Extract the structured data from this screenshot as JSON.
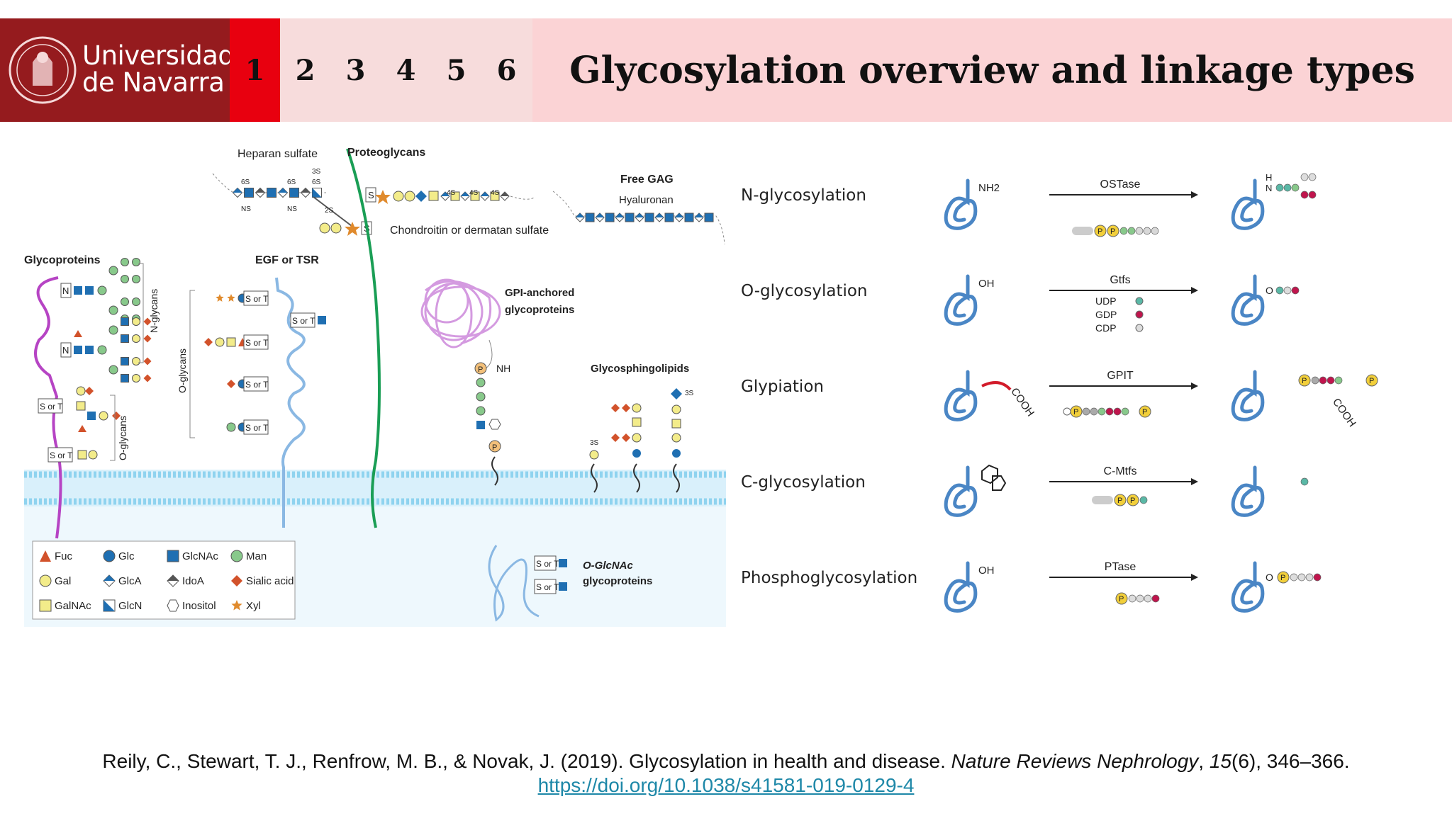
{
  "header": {
    "logo": {
      "line1": "Universidad",
      "line2": "de Navarra"
    },
    "nav": [
      "1",
      "2",
      "3",
      "4",
      "5",
      "6"
    ],
    "active_index": 0,
    "title": "Glycosylation overview and linkage types"
  },
  "figure_left": {
    "heparan_sulfate": "Heparan sulfate",
    "proteoglycans": "Proteoglycans",
    "free_gag": "Free GAG",
    "hyaluronan": "Hyaluronan",
    "chondroitin": "Chondroitin or dermatan sulfate",
    "glycoproteins": "Glycoproteins",
    "egf_tsr": "EGF or TSR",
    "n_glycans": "N-glycans",
    "o_glycans": "O-glycans",
    "o_glycans_2": "O-glycans",
    "gpi_anchored": "GPI-anchored",
    "glycoproteins_2": "glycoproteins",
    "glycosphingolipids": "Glycosphingolipids",
    "o_glcnac": "O-GlcNAc",
    "glycoproteins_3": "glycoproteins",
    "s_or_t": "S or T",
    "nh": "NH",
    "n": "N",
    "s": "S",
    "p": "P",
    "mods": {
      "six_s": "6S",
      "ns": "NS",
      "three_s": "3S",
      "two_s": "2S",
      "four_s": "4S"
    },
    "legend": [
      {
        "label": "Fuc",
        "shape": "triangle",
        "color": "#d2522b"
      },
      {
        "label": "Glc",
        "shape": "circle",
        "color": "#1f6fb2"
      },
      {
        "label": "GlcNAc",
        "shape": "square",
        "color": "#1f6fb2"
      },
      {
        "label": "Man",
        "shape": "circle",
        "color": "#88c98b"
      },
      {
        "label": "Gal",
        "shape": "circle",
        "color": "#f3ec8a"
      },
      {
        "label": "GlcA",
        "shape": "diamond-half",
        "color": "#1f6fb2"
      },
      {
        "label": "IdoA",
        "shape": "diamond-half",
        "color": "#555555"
      },
      {
        "label": "Sialic acid",
        "shape": "diamond",
        "color": "#d2522b"
      },
      {
        "label": "GalNAc",
        "shape": "square",
        "color": "#f3ec8a"
      },
      {
        "label": "GlcN",
        "shape": "square-half",
        "color": "#1f6fb2"
      },
      {
        "label": "Inositol",
        "shape": "hexagon",
        "color": "#ffffff"
      },
      {
        "label": "Xyl",
        "shape": "star",
        "color": "#e08a2c"
      }
    ]
  },
  "figure_right": {
    "rows": [
      {
        "label": "N-glycosylation",
        "group": "NH2",
        "enzyme": "OSTase"
      },
      {
        "label": "O-glycosylation",
        "group": "OH",
        "enzyme": "Gtfs",
        "donors": [
          "UDP",
          "GDP",
          "CDP"
        ]
      },
      {
        "label": "Glypiation",
        "group": "COOH",
        "enzyme": "GPIT"
      },
      {
        "label": "C-glycosylation",
        "group": "",
        "enzyme": "C-Mtfs"
      },
      {
        "label": "Phosphoglycosylation",
        "group": "OH",
        "enzyme": "PTase"
      }
    ],
    "product_h": "H",
    "product_n": "N",
    "product_o": "O",
    "product_cooh": "COOH"
  },
  "reference": {
    "authors": "Reily, C., Stewart, T. J., Renfrow, M. B., & Novak, J. (2019). Glycosylation in health and disease. ",
    "journal": "Nature Reviews Nephrology",
    "sep": ", ",
    "volume": "15",
    "pages": "(6), 346–366.",
    "doi": "https://doi.org/10.1038/s41581-019-0129-4"
  },
  "colors": {
    "logo_bg": "#951b1e",
    "header_bg": "#fbd3d5",
    "active_num": "#e8000f",
    "protein": "#4a86c5",
    "link": "#1e88a8"
  }
}
